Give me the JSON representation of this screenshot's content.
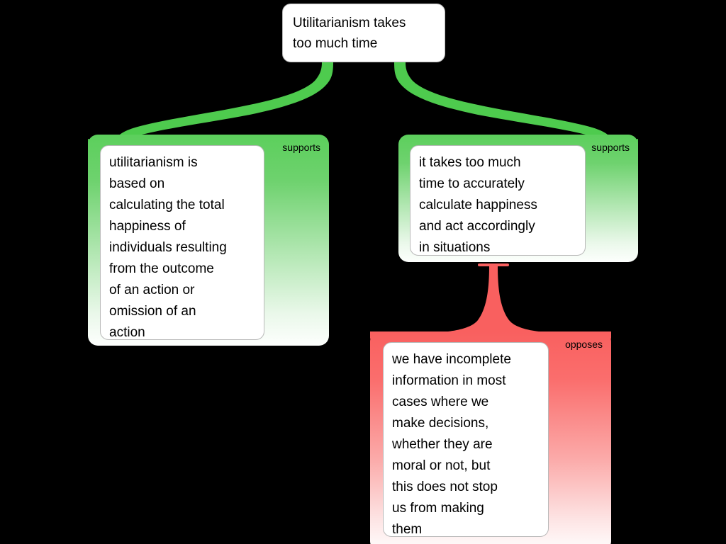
{
  "diagram": {
    "title_node": {
      "text": "Utilitarianism takes\ntoo much time"
    },
    "nodes": [
      {
        "id": "support-left",
        "relation": "supports",
        "relation_color": "#5ccf5c",
        "text": "utilitarianism is\nbased on\ncalculating the total\nhappiness of\nindividuals resulting\nfrom the outcome\nof an action or\nomission of an\naction"
      },
      {
        "id": "support-right",
        "relation": "supports",
        "relation_color": "#5ccf5c",
        "text": "it takes too much\ntime to accurately\ncalculate happiness\nand act accordingly\nin situations"
      },
      {
        "id": "oppose-bottom",
        "relation": "opposes",
        "relation_color": "#f9605f",
        "text": "we have incomplete\ninformation in most\ncases where we\nmake decisions,\nwhether they are\nmoral or not, but\nthis does not stop\nus from making\nthem"
      }
    ],
    "colors": {
      "background": "#000000",
      "card": "#ffffff",
      "support": "#5ccf5c",
      "oppose": "#f9605f",
      "text": "#000000"
    }
  }
}
